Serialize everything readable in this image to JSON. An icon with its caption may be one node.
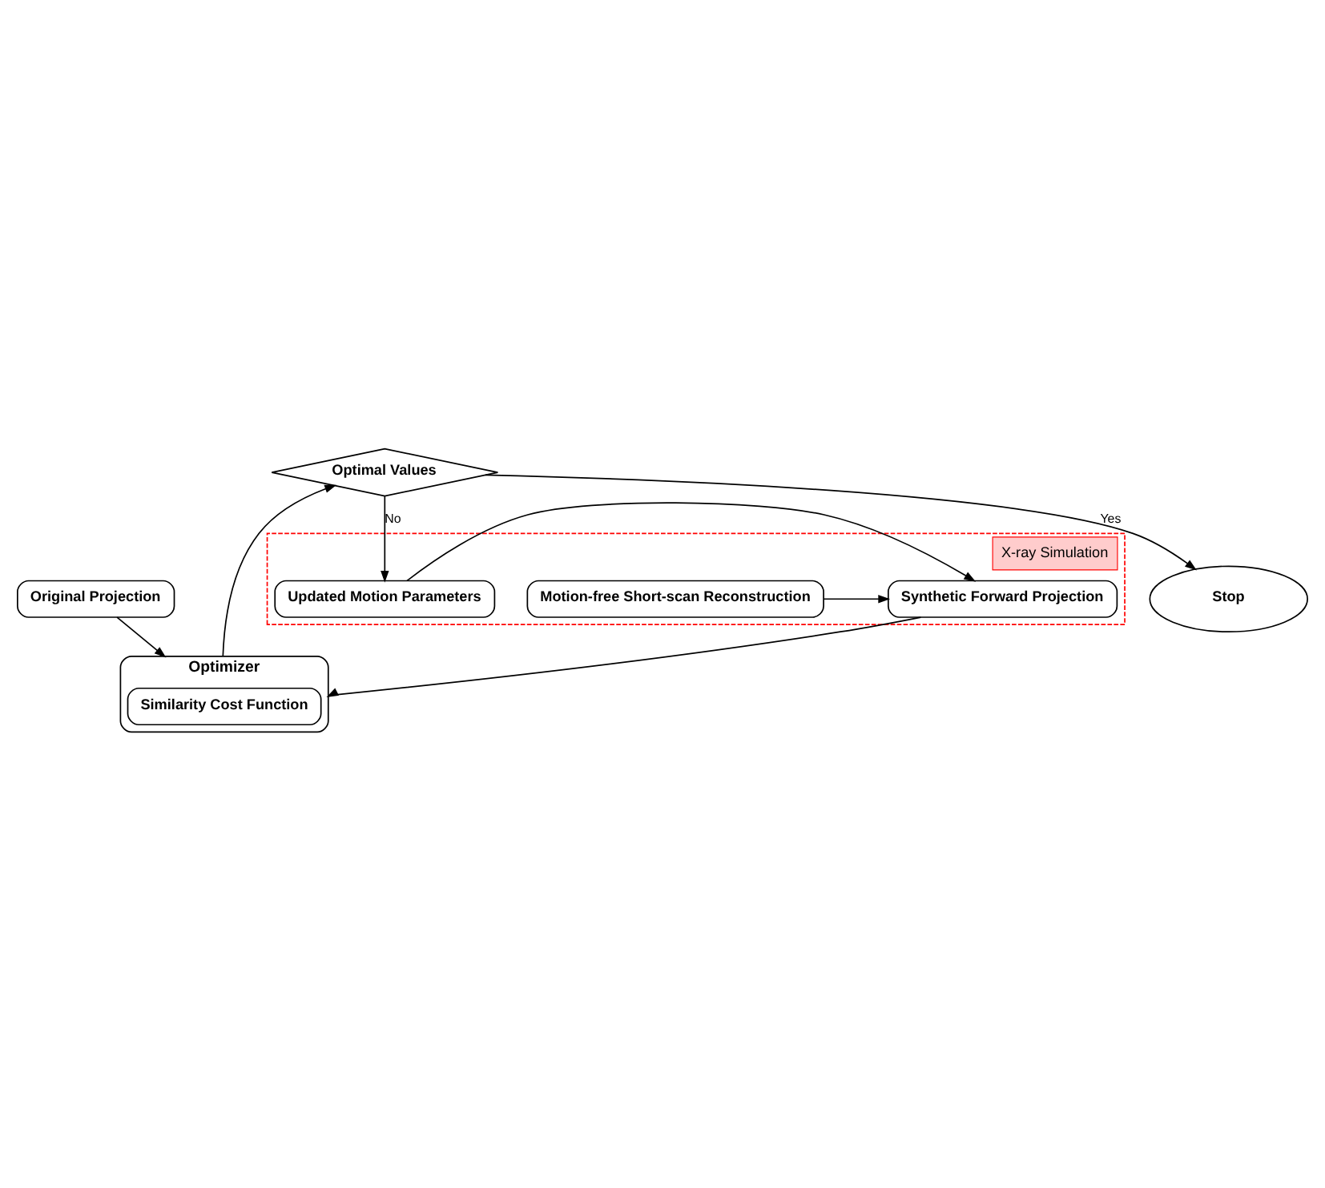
{
  "diagram": {
    "nodes": [
      {
        "text": [
          "Original Projection"
        ]
      },
      {
        "text": [
          "X-ray Simulation"
        ]
      },
      {
        "text": [
          "Synthetic Forward Projection"
        ],
        "in": 1
      },
      {
        "text": [
          "Motion-free Short-scan Reconstruction"
        ],
        "in": 1
      },
      {
        "text": [
          "Optimizer"
        ]
      },
      {
        "text": [
          "Similarity Cost Function"
        ],
        "in": 4
      },
      {
        "text": [
          "Updated Motion Parameters"
        ],
        "in": 1
      },
      {
        "text": [
          "Optimal Values"
        ]
      },
      {
        "text": [
          "Stop"
        ]
      }
    ],
    "edges": [
      {
        "from": 0,
        "to": 5,
        "arrow": "to"
      },
      {
        "from": 2,
        "to": 5,
        "arrow": "to"
      },
      {
        "from": 5,
        "to": 7,
        "arrow": "to"
      },
      {
        "from": 7,
        "to": 6,
        "arrow": "to",
        "label": "No"
      },
      {
        "from": 6,
        "to": 2,
        "arrow": "to"
      },
      {
        "from": 3,
        "to": 2,
        "arrow": "to"
      },
      {
        "from": 7,
        "to": 8,
        "arrow": "to",
        "label": "Yes"
      }
    ]
  }
}
